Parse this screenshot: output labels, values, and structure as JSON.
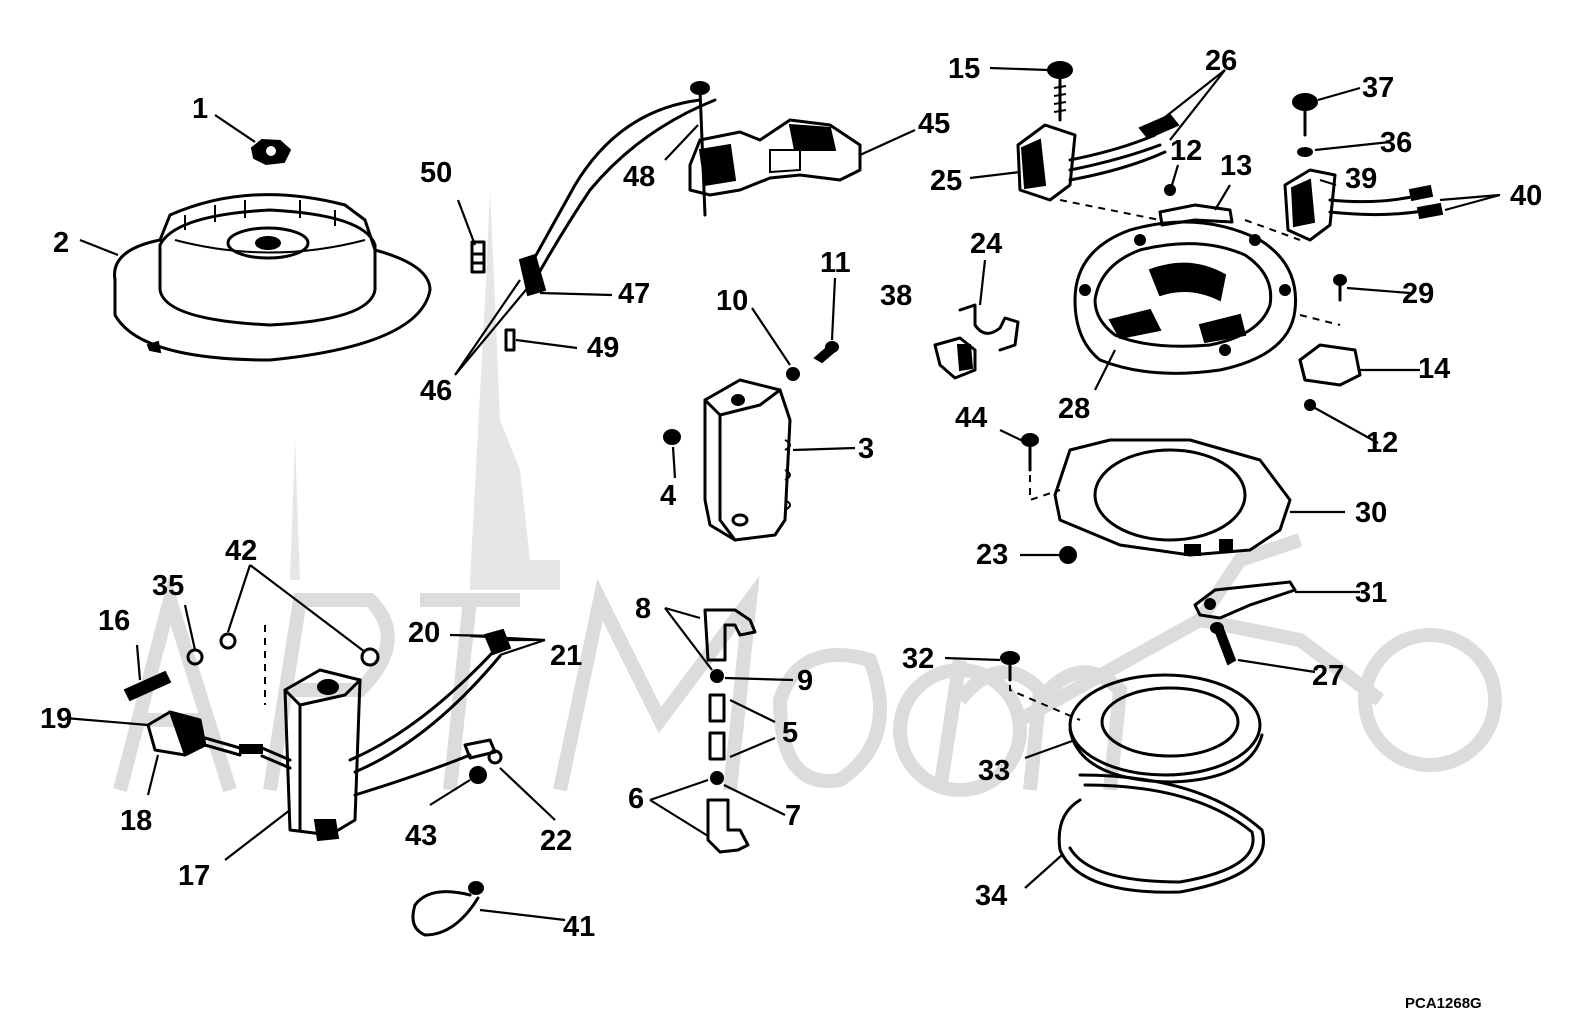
{
  "callouts": {
    "c1": "1",
    "c2": "2",
    "c3": "3",
    "c4": "4",
    "c5": "5",
    "c6": "6",
    "c7": "7",
    "c8": "8",
    "c9": "9",
    "c10": "10",
    "c11": "11",
    "c12a": "12",
    "c12b": "12",
    "c13": "13",
    "c14": "14",
    "c15": "15",
    "c16": "16",
    "c17": "17",
    "c18": "18",
    "c19": "19",
    "c20": "20",
    "c21": "21",
    "c22": "22",
    "c23": "23",
    "c24": "24",
    "c25": "25",
    "c26": "26",
    "c27": "27",
    "c28": "28",
    "c29": "29",
    "c30": "30",
    "c31": "31",
    "c32": "32",
    "c33": "33",
    "c34": "34",
    "c35": "35",
    "c36": "36",
    "c37": "37",
    "c38": "38",
    "c39": "39",
    "c40": "40",
    "c41": "41",
    "c42": "42",
    "c43": "43",
    "c44": "44",
    "c45": "45",
    "c46": "46",
    "c47": "47",
    "c48": "48",
    "c49": "49",
    "c50": "50"
  },
  "diagram_code": "PCA1268G",
  "colors": {
    "ink": "#000000",
    "watermark": "#dcdcdc",
    "background": "#ffffff"
  }
}
